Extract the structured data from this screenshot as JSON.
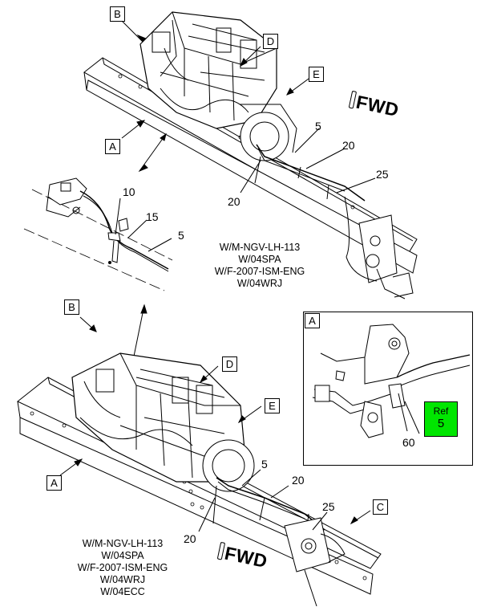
{
  "upper_view": {
    "callouts": {
      "B": "B",
      "D": "D",
      "E": "E",
      "A": "A"
    },
    "part_numbers": {
      "p5": "5",
      "p20a": "20",
      "p20b": "20",
      "p25": "25"
    },
    "direction": "FWD"
  },
  "middle_view": {
    "part_numbers": {
      "p10": "10",
      "p15": "15",
      "p5": "5"
    },
    "note": [
      "W/M-NGV-LH-113",
      "W/04SPA",
      "W/F-2007-ISM-ENG",
      "W/04WRJ"
    ]
  },
  "lower_view": {
    "callouts": {
      "B": "B",
      "D": "D",
      "E": "E",
      "A": "A",
      "C": "C"
    },
    "part_numbers": {
      "p5": "5",
      "p20a": "20",
      "p20b": "20",
      "p25": "25"
    },
    "note": [
      "W/M-NGV-LH-113",
      "W/04SPA",
      "W/F-2007-ISM-ENG",
      "W/04WRJ",
      "W/04ECC"
    ],
    "direction": "FWD"
  },
  "detail_a": {
    "title": "A",
    "part_number": "60",
    "ref_label": "Ref",
    "ref_value": "5",
    "ref_color": "#00e600"
  }
}
